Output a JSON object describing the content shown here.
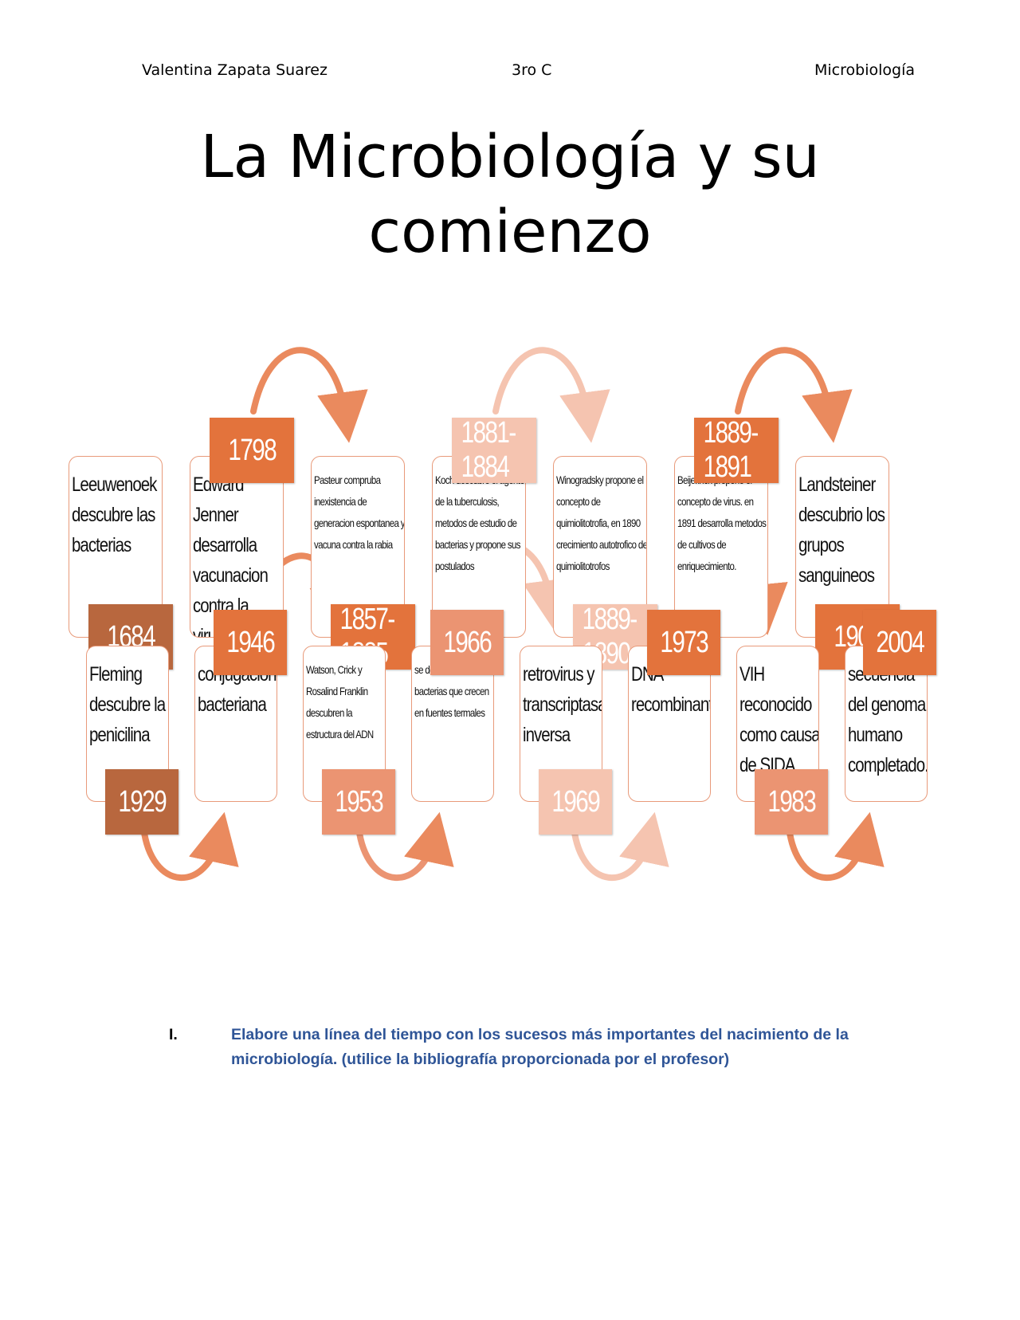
{
  "header": {
    "student": "Valentina Zapata Suarez",
    "group": "3ro C",
    "subject": "Microbiología"
  },
  "title": {
    "line1": "La Microbiología y su",
    "line2": "comienzo"
  },
  "timeline": {
    "top_row": [
      {
        "year": "1684",
        "text": "Leeuwenoek descubre las bacterias"
      },
      {
        "year": "1798",
        "text": "Edward Jenner desarrolla vacunacion contra la viruela"
      },
      {
        "year": "1857-1885",
        "text": "Pasteur compruba inexistencia de generacion espontanea y vacuna contra la rabia"
      },
      {
        "year": "1881-1884",
        "text": "Koch descubre el agente de la tuberculosis, metodos de estudio de bacterias y propone sus postulados"
      },
      {
        "year": "1889-1890",
        "text": "Winogradsky propone el concepto de quimiolitotrofia, en 1890 crecimiento autotrofico de quimiolitotrofos"
      },
      {
        "year": "1889-1891",
        "text": "Beijerinck propone el concepto de virus. en 1891 desarrolla metodos de cultivos de enriquecimiento."
      },
      {
        "year": "1900",
        "text": "Landsteiner descubrio los grupos sanguineos"
      }
    ],
    "bottom_row": [
      {
        "year": "1929",
        "text": "Fleming descubre la penicilina"
      },
      {
        "year": "1946",
        "text": "conjugación bacteriana"
      },
      {
        "year": "1953",
        "text": "Watson, Crick y Rosalind Franklin descubren la estructura del ADN"
      },
      {
        "year": "1966",
        "text": "se descubren bacterias que crecen en fuentes termales"
      },
      {
        "year": "1969",
        "text": "retrovirus y transcriptasa inversa"
      },
      {
        "year": "1973",
        "text": "DNA recombinante"
      },
      {
        "year": "1983",
        "text": "VIH reconocido como causa de SIDA"
      },
      {
        "year": "2004",
        "text": "secuencia del genoma humano completado."
      }
    ]
  },
  "instruction": {
    "number": "I.",
    "text": "Elabore una línea del tiempo con los sucesos más importantes del nacimiento de la microbiología. (utilice la bibliografía proporcionada por el profesor)"
  },
  "colors": {
    "year_dark": "#b8673e",
    "year_orange": "#e3733c",
    "year_mid": "#eb9472",
    "year_light": "#f5c4b0",
    "arrow": "#ea8a5e",
    "card_border": "#e89a7a",
    "instruction": "#2f5597"
  }
}
